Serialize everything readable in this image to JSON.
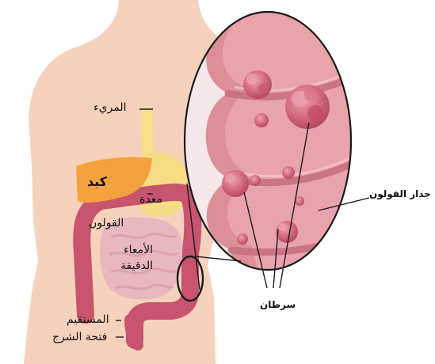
{
  "labels": {
    "esophagus": "المريء",
    "liver": "كبد",
    "stomach": "معدة",
    "colon": "القولون",
    "small_intestine_1": "الأمعاء",
    "small_intestine_2": "الدقيقة",
    "rectum": "المستقيم",
    "anus": "فتحة الشرج",
    "colon_wall": "جدار القولون",
    "cancer": "سرطان"
  },
  "colors": {
    "skin": "#f6d2bd",
    "esophagus": "#f7e08a",
    "liver": "#f4a23e",
    "stomach": "#f6dd86",
    "colon": "#c8546d",
    "small_intestine": "#e9b7bf",
    "colon_tissue": "#dc8d94",
    "tumor": "#c24a60"
  }
}
